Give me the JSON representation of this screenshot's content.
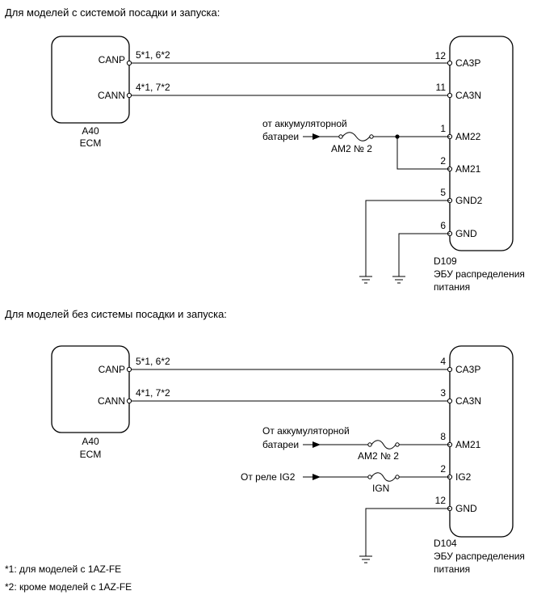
{
  "section1": {
    "heading": "Для моделей с системой посадки и запуска:",
    "ecm": {
      "code": "A40",
      "name": "ECM",
      "pin_canp": "CANP",
      "pin_cann": "CANN",
      "canp_pins": "5*1, 6*2",
      "cann_pins": "4*1, 7*2"
    },
    "unit": {
      "code": "D109",
      "name_line1": "ЭБУ распределения",
      "name_line2": "питания",
      "terminals": [
        {
          "num": "12",
          "name": "CA3P"
        },
        {
          "num": "11",
          "name": "CA3N"
        },
        {
          "num": "1",
          "name": "AM22"
        },
        {
          "num": "2",
          "name": "AM21"
        },
        {
          "num": "5",
          "name": "GND2"
        },
        {
          "num": "6",
          "name": "GND"
        }
      ]
    },
    "source_line1": "от аккумуляторной",
    "source_line2": "батареи",
    "fuse": "AM2 № 2"
  },
  "section2": {
    "heading": "Для моделей без системы посадки и запуска:",
    "ecm": {
      "code": "A40",
      "name": "ECM",
      "pin_canp": "CANP",
      "pin_cann": "CANN",
      "canp_pins": "5*1, 6*2",
      "cann_pins": "4*1, 7*2"
    },
    "unit": {
      "code": "D104",
      "name_line1": "ЭБУ распределения",
      "name_line2": "питания",
      "terminals": [
        {
          "num": "4",
          "name": "CA3P"
        },
        {
          "num": "3",
          "name": "CA3N"
        },
        {
          "num": "8",
          "name": "AM21"
        },
        {
          "num": "2",
          "name": "IG2"
        },
        {
          "num": "12",
          "name": "GND"
        }
      ]
    },
    "source_line1": "От аккумуляторной",
    "source_line2": "батареи",
    "fuse": "AM2 № 2",
    "relay_source": "От реле IG2",
    "relay_fuse": "IGN"
  },
  "footnotes": [
    "*1: для моделей с 1AZ-FE",
    "*2: кроме моделей с 1AZ-FE"
  ]
}
